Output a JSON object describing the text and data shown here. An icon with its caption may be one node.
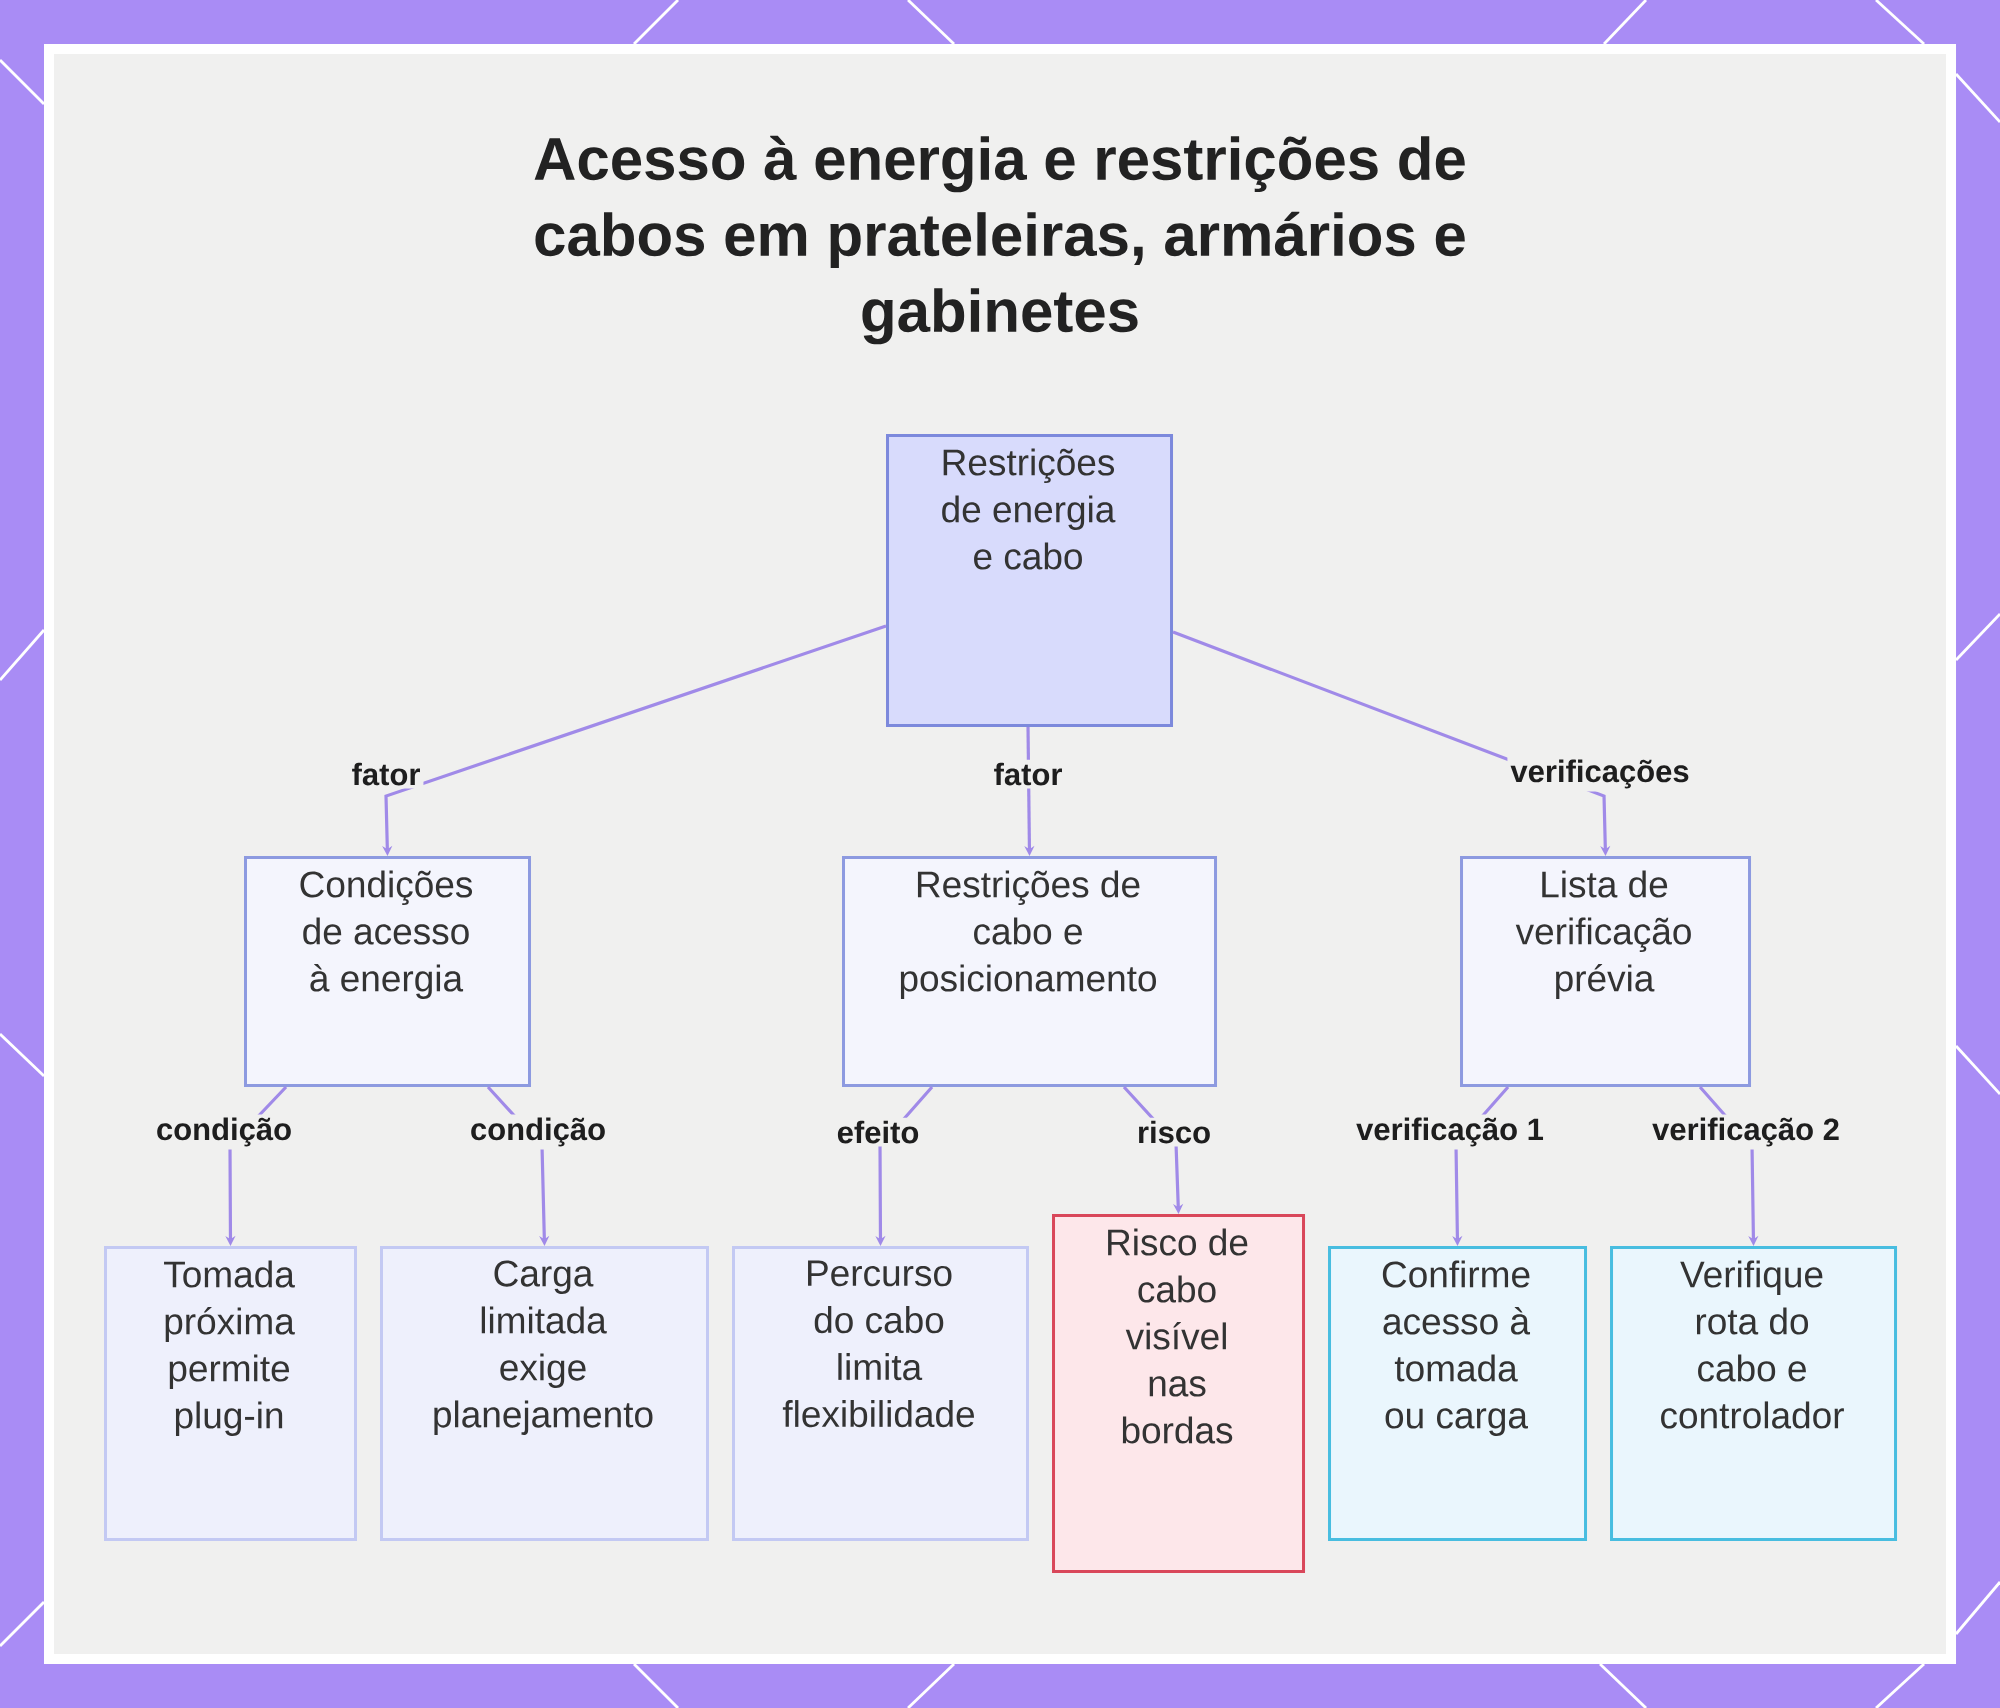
{
  "diagram": {
    "title": "Acesso à energia e restrições de cabos em prateleiras, armários e gabinetes",
    "nodes": [
      {
        "text": [
          "Restrições de energia e cabo"
        ]
      },
      {
        "text": [
          "Condições de acesso à energia"
        ]
      },
      {
        "text": [
          "Restrições de cabo e posicionamento"
        ]
      },
      {
        "text": [
          "Lista de verificação prévia"
        ]
      },
      {
        "text": [
          "Tomada próxima permite plug-in"
        ]
      },
      {
        "text": [
          "Carga limitada exige planejamento"
        ]
      },
      {
        "text": [
          "Percurso do cabo limita flexibilidade"
        ]
      },
      {
        "text": [
          "Risco de cabo visível nas bordas"
        ]
      },
      {
        "text": [
          "Confirme acesso à tomada ou carga"
        ]
      },
      {
        "text": [
          "Verifique rota do cabo e controlador"
        ]
      }
    ],
    "edges": [
      {
        "from": 0,
        "to": 1,
        "arrow": "to",
        "label": "fator"
      },
      {
        "from": 0,
        "to": 2,
        "arrow": "to",
        "label": "fator"
      },
      {
        "from": 0,
        "to": 3,
        "arrow": "to",
        "label": "verificações"
      },
      {
        "from": 1,
        "to": 4,
        "arrow": "to",
        "label": "condição"
      },
      {
        "from": 1,
        "to": 5,
        "arrow": "to",
        "label": "condição"
      },
      {
        "from": 2,
        "to": 6,
        "arrow": "to",
        "label": "efeito"
      },
      {
        "from": 2,
        "to": 7,
        "arrow": "to",
        "label": "risco"
      },
      {
        "from": 3,
        "to": 8,
        "arrow": "to",
        "label": "verificação 1"
      },
      {
        "from": 3,
        "to": 9,
        "arrow": "to",
        "label": "verificação 2"
      }
    ]
  }
}
